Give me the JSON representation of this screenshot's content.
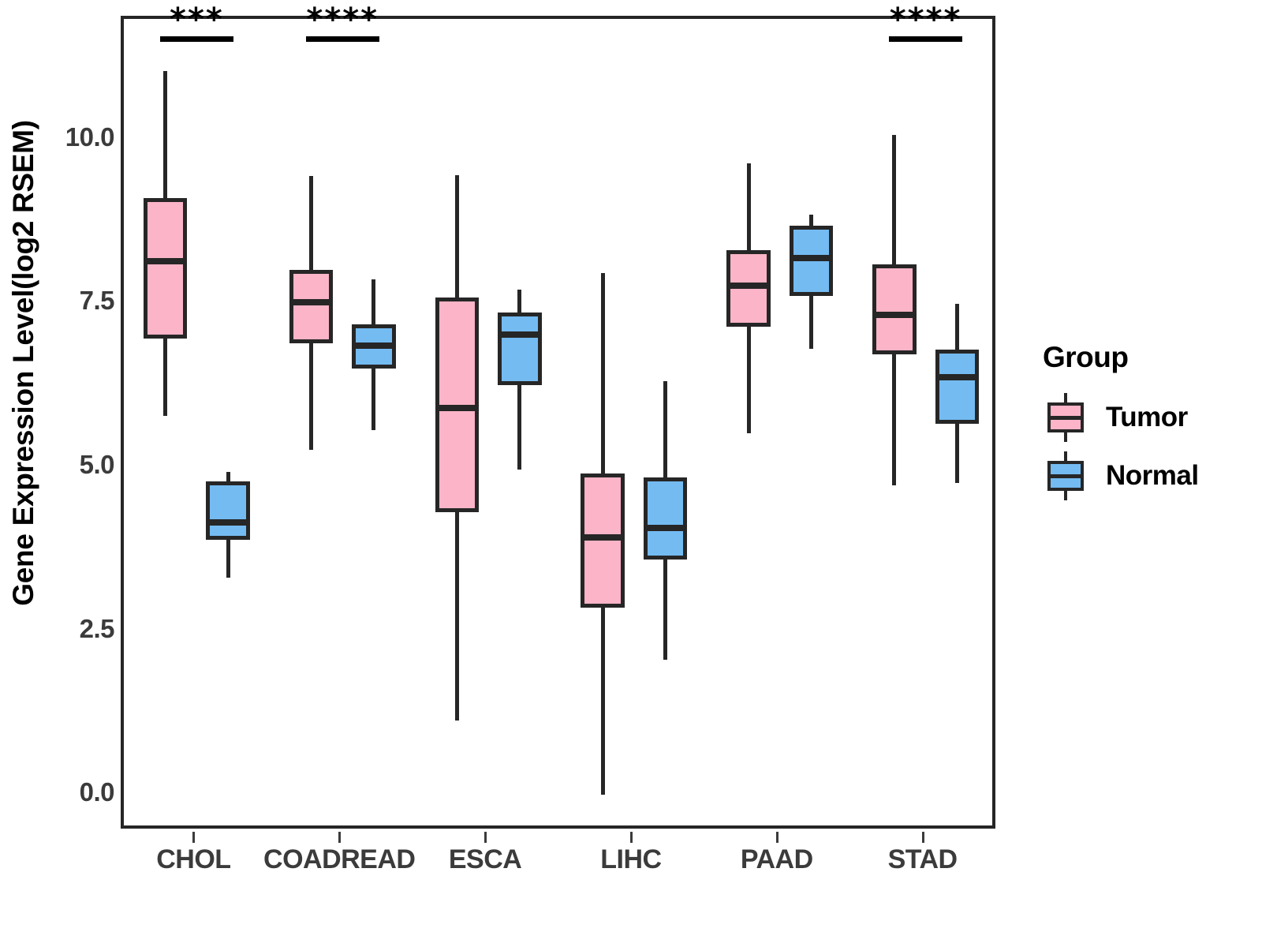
{
  "chart_data": {
    "type": "box",
    "title": "",
    "xlabel": "",
    "ylabel": "Gene Expression Level(log2 RSEM)",
    "ylim": [
      -0.55,
      11.85
    ],
    "yticks": [
      0.0,
      2.5,
      5.0,
      7.5,
      10.0
    ],
    "ytick_labels": [
      "0.0",
      "2.5",
      "5.0",
      "7.5",
      "10.0"
    ],
    "grid": false,
    "categories": [
      "CHOL",
      "COADREAD",
      "ESCA",
      "LIHC",
      "PAAD",
      "STAD"
    ],
    "legend": {
      "title": "Group",
      "position": "right",
      "entries": [
        {
          "label": "Tumor",
          "color": "#FBB4C8"
        },
        {
          "label": "Normal",
          "color": "#74BBF2"
        }
      ]
    },
    "series": [
      {
        "name": "Tumor",
        "color": "#FBB4C8",
        "boxes": [
          {
            "category": "CHOL",
            "min": 5.8,
            "q1": 6.98,
            "median": 8.15,
            "q3": 9.12,
            "max": 11.05
          },
          {
            "category": "COADREAD",
            "min": 5.28,
            "q1": 6.9,
            "median": 7.53,
            "q3": 8.02,
            "max": 9.46
          },
          {
            "category": "ESCA",
            "min": 1.15,
            "q1": 4.32,
            "median": 5.92,
            "q3": 7.6,
            "max": 9.47
          },
          {
            "category": "LIHC",
            "min": 0.02,
            "q1": 2.87,
            "median": 3.94,
            "q3": 4.92,
            "max": 7.97
          },
          {
            "category": "PAAD",
            "min": 5.53,
            "q1": 7.15,
            "median": 7.78,
            "q3": 8.32,
            "max": 9.65
          },
          {
            "category": "STAD",
            "min": 4.73,
            "q1": 6.73,
            "median": 7.33,
            "q3": 8.1,
            "max": 10.08
          }
        ]
      },
      {
        "name": "Normal",
        "color": "#74BBF2",
        "boxes": [
          {
            "category": "CHOL",
            "min": 3.33,
            "q1": 3.9,
            "median": 4.17,
            "q3": 4.8,
            "max": 4.94
          },
          {
            "category": "COADREAD",
            "min": 5.58,
            "q1": 6.52,
            "median": 6.87,
            "q3": 7.19,
            "max": 7.88
          },
          {
            "category": "ESCA",
            "min": 4.98,
            "q1": 6.26,
            "median": 7.03,
            "q3": 7.37,
            "max": 7.72
          },
          {
            "category": "LIHC",
            "min": 2.07,
            "q1": 3.6,
            "median": 4.09,
            "q3": 4.85,
            "max": 6.33
          },
          {
            "category": "PAAD",
            "min": 6.82,
            "q1": 7.62,
            "median": 8.2,
            "q3": 8.7,
            "max": 8.86
          },
          {
            "category": "STAD",
            "min": 4.77,
            "q1": 5.68,
            "median": 6.38,
            "q3": 6.8,
            "max": 7.5
          }
        ]
      }
    ],
    "annotations": [
      {
        "category": "CHOL",
        "label": "***",
        "y": 11.58
      },
      {
        "category": "COADREAD",
        "label": "****",
        "y": 11.58
      },
      {
        "category": "STAD",
        "label": "****",
        "y": 11.58
      }
    ]
  }
}
